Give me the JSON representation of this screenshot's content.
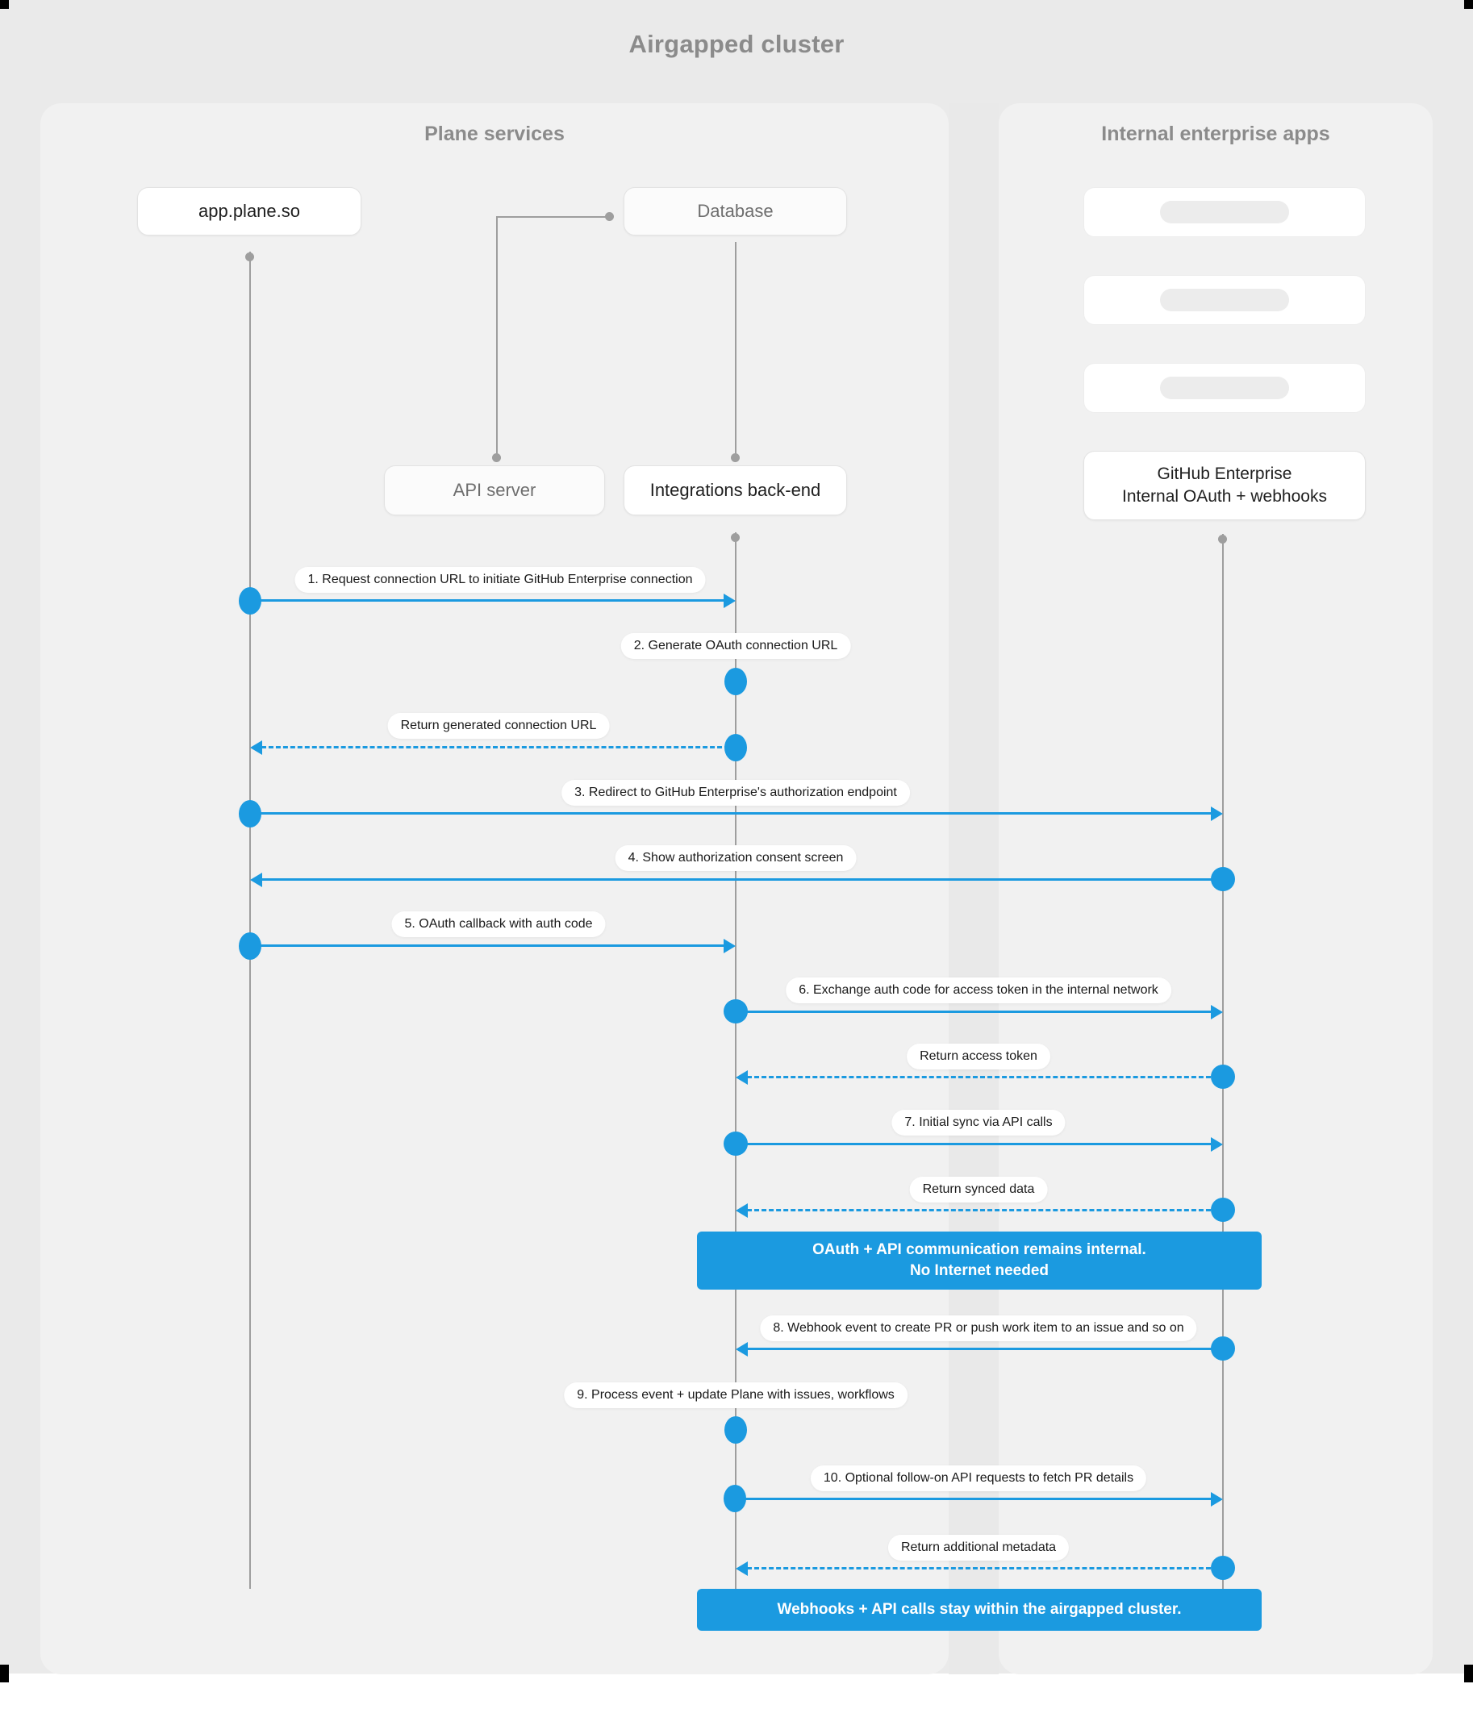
{
  "diagram": {
    "title": "Airgapped cluster",
    "type": "sequence-diagram",
    "accent_color": "#1b9ae0",
    "background_color": "#eaeaea",
    "panel_color": "#f1f1f1"
  },
  "groups": [
    {
      "id": "plane",
      "title": "Plane services"
    },
    {
      "id": "apps",
      "title": "Internal enterprise apps"
    }
  ],
  "actors": [
    {
      "id": "app",
      "label": "app.plane.so",
      "group": "plane"
    },
    {
      "id": "db",
      "label": "Database",
      "group": "plane"
    },
    {
      "id": "api",
      "label": "API server",
      "group": "plane"
    },
    {
      "id": "intb",
      "label": "Integrations back-end",
      "group": "plane"
    },
    {
      "id": "ghe",
      "label_line1": "GitHub Enterprise",
      "label_line2": "Internal OAuth + webhooks",
      "group": "apps"
    }
  ],
  "app_placeholders": [
    {
      "id": "app-card-1",
      "label": ""
    },
    {
      "id": "app-card-2",
      "label": ""
    },
    {
      "id": "app-card-3",
      "label": ""
    }
  ],
  "messages": [
    {
      "n": 1,
      "label": "1. Request connection URL to initiate GitHub Enterprise connection",
      "from": "app",
      "to": "intb",
      "style": "solid",
      "dir": "right"
    },
    {
      "n": 2,
      "label": "2. Generate OAuth connection URL",
      "from": "intb",
      "to": "intb",
      "style": "self",
      "dir": "self"
    },
    {
      "n": 3,
      "label": "Return generated connection URL",
      "from": "intb",
      "to": "app",
      "style": "dashed",
      "dir": "left"
    },
    {
      "n": 4,
      "label": "3. Redirect to GitHub Enterprise's authorization endpoint",
      "from": "app",
      "to": "ghe",
      "style": "solid",
      "dir": "right"
    },
    {
      "n": 5,
      "label": "4. Show authorization consent screen",
      "from": "ghe",
      "to": "app",
      "style": "solid",
      "dir": "left"
    },
    {
      "n": 6,
      "label": "5. OAuth callback with auth code",
      "from": "app",
      "to": "intb",
      "style": "solid",
      "dir": "right"
    },
    {
      "n": 7,
      "label": "6. Exchange auth code for access token in the internal network",
      "from": "intb",
      "to": "ghe",
      "style": "solid",
      "dir": "right"
    },
    {
      "n": 8,
      "label": "Return access token",
      "from": "ghe",
      "to": "intb",
      "style": "dashed",
      "dir": "left"
    },
    {
      "n": 9,
      "label": "7. Initial sync via API calls",
      "from": "intb",
      "to": "ghe",
      "style": "solid",
      "dir": "right"
    },
    {
      "n": 10,
      "label": "Return synced data",
      "from": "ghe",
      "to": "intb",
      "style": "dashed",
      "dir": "left"
    },
    {
      "n": 11,
      "label": "8. Webhook event to create PR  or push work item to an issue  and so on",
      "from": "ghe",
      "to": "intb",
      "style": "solid",
      "dir": "left"
    },
    {
      "n": 12,
      "label": "9. Process event + update Plane with issues, workflows",
      "from": "intb",
      "to": "intb",
      "style": "self",
      "dir": "self"
    },
    {
      "n": 13,
      "label": "10. Optional follow-on API requests to fetch PR details",
      "from": "intb",
      "to": "ghe",
      "style": "solid",
      "dir": "right"
    },
    {
      "n": 14,
      "label": "Return additional metadata",
      "from": "ghe",
      "to": "intb",
      "style": "dashed",
      "dir": "left"
    }
  ],
  "notes": [
    {
      "id": "note-1",
      "line1": "OAuth + API communication remains internal.",
      "line2": "No Internet needed"
    },
    {
      "id": "note-2",
      "line1": "Webhooks + API calls stay within the airgapped cluster.",
      "line2": ""
    }
  ]
}
